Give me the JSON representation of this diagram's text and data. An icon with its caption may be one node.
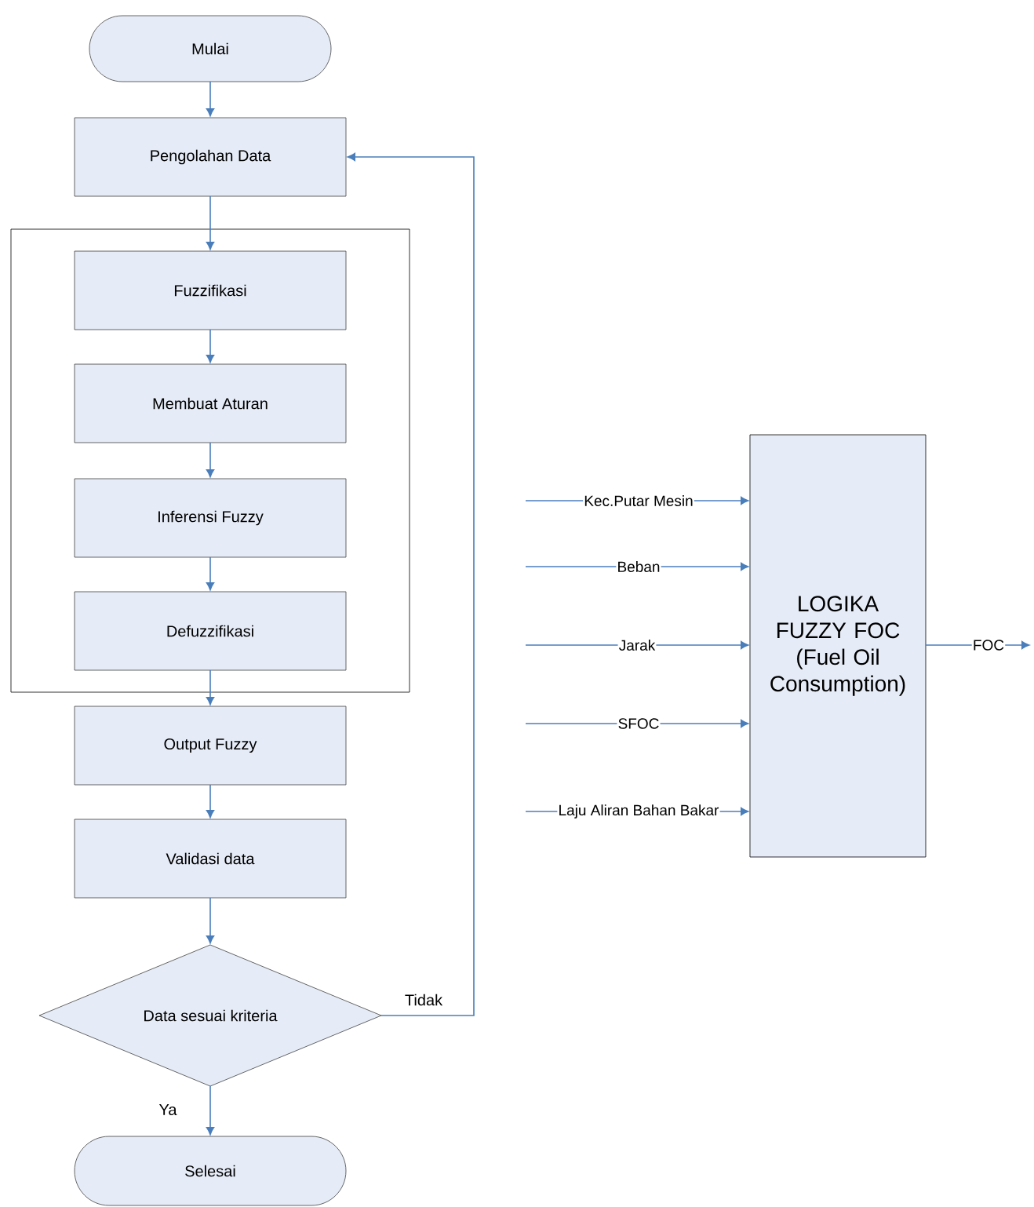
{
  "diagram": {
    "nodes": [
      {
        "text": [
          "Mulai"
        ]
      },
      {
        "text": [
          "Pengolahan Data"
        ]
      },
      {
        "text": [],
        "shape": "box"
      },
      {
        "text": [
          "Fuzzifikasi"
        ],
        "in": 2
      },
      {
        "text": [
          "Membuat Aturan"
        ],
        "in": 2
      },
      {
        "text": [
          "Inferensi Fuzzy"
        ],
        "in": 2
      },
      {
        "text": [
          "Defuzzifikasi"
        ],
        "in": 2
      },
      {
        "text": [
          "Output Fuzzy"
        ]
      },
      {
        "text": [
          "Validasi data"
        ]
      },
      {
        "text": [
          "Data sesuai kriteria"
        ]
      },
      {
        "text": [
          "Selesai"
        ]
      },
      {
        "text": [
          "LOGIKA FUZZY FOC (Fuel Oil Consumption)"
        ]
      }
    ],
    "edges": [
      {
        "from": 0,
        "to": 1,
        "arrow": "to"
      },
      {
        "from": 1,
        "to": 3,
        "arrow": "to"
      },
      {
        "from": 3,
        "to": 4,
        "arrow": "to"
      },
      {
        "from": 4,
        "to": 5,
        "arrow": "to"
      },
      {
        "from": 5,
        "to": 6,
        "arrow": "to"
      },
      {
        "from": 6,
        "to": 7,
        "arrow": "to"
      },
      {
        "from": 7,
        "to": 8,
        "arrow": "to"
      },
      {
        "from": 8,
        "to": 9,
        "arrow": "to"
      },
      {
        "from": 9,
        "to": 10,
        "arrow": "to",
        "label": "Ya"
      },
      {
        "from": 9,
        "to": 1,
        "arrow": "to",
        "label": "Tidak"
      },
      {
        "from": null,
        "to": 11,
        "arrow": "to",
        "label": "Kec.Putar Mesin"
      },
      {
        "from": null,
        "to": 11,
        "arrow": "to",
        "label": "Beban"
      },
      {
        "from": null,
        "to": 11,
        "arrow": "to",
        "label": "Jarak"
      },
      {
        "from": null,
        "to": 11,
        "arrow": "to",
        "label": "SFOC"
      },
      {
        "from": null,
        "to": 11,
        "arrow": "to",
        "label": "Laju Aliran Bahan Bakar"
      },
      {
        "from": 11,
        "to": null,
        "arrow": "to",
        "label": "FOC"
      }
    ]
  }
}
